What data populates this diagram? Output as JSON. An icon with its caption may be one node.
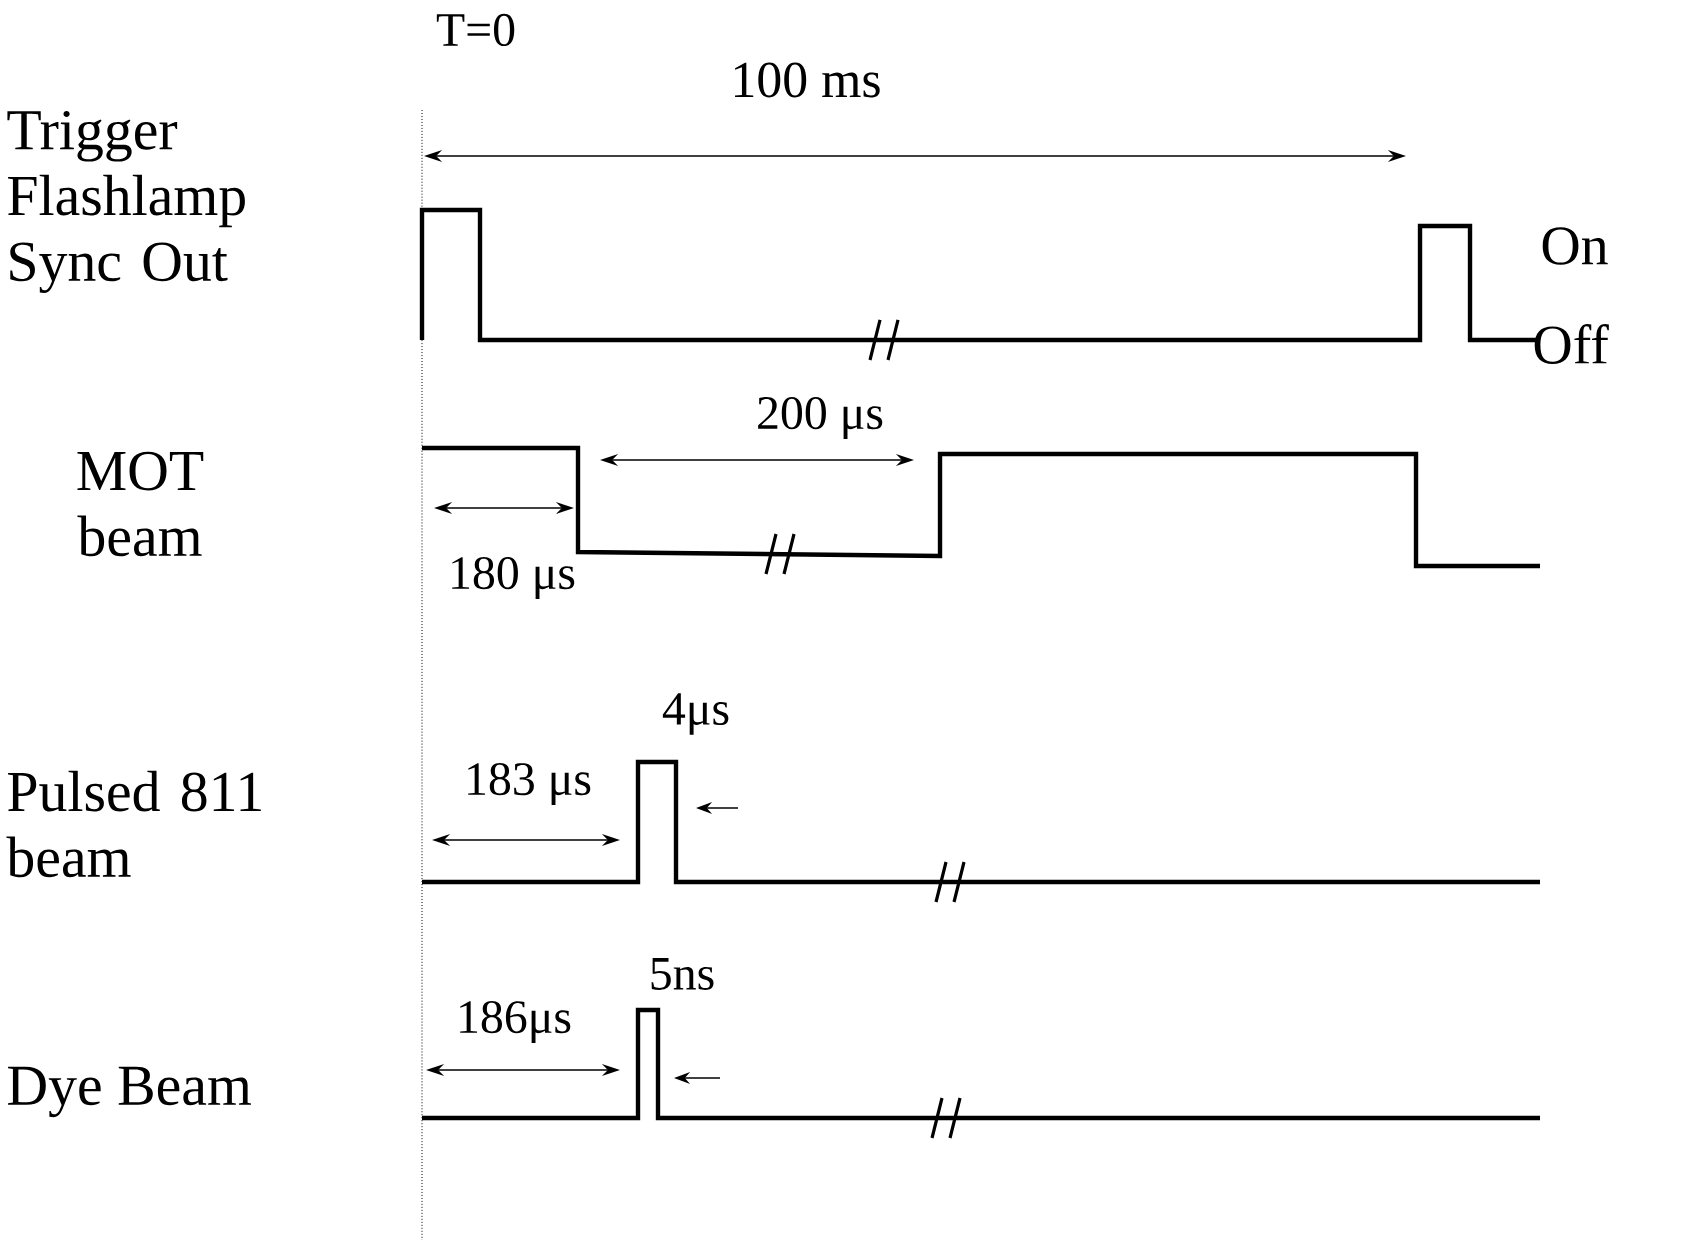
{
  "diagram": {
    "labels": [
      "T=0",
      "100 ms",
      "Trigger Flashlamp Sync Out",
      "On",
      "Off",
      "MOT beam",
      "200 μs",
      "180 μs",
      "4μs",
      "183 μs",
      "Pulsed 811 beam",
      "5ns",
      "186μs",
      "Dye Beam"
    ]
  }
}
